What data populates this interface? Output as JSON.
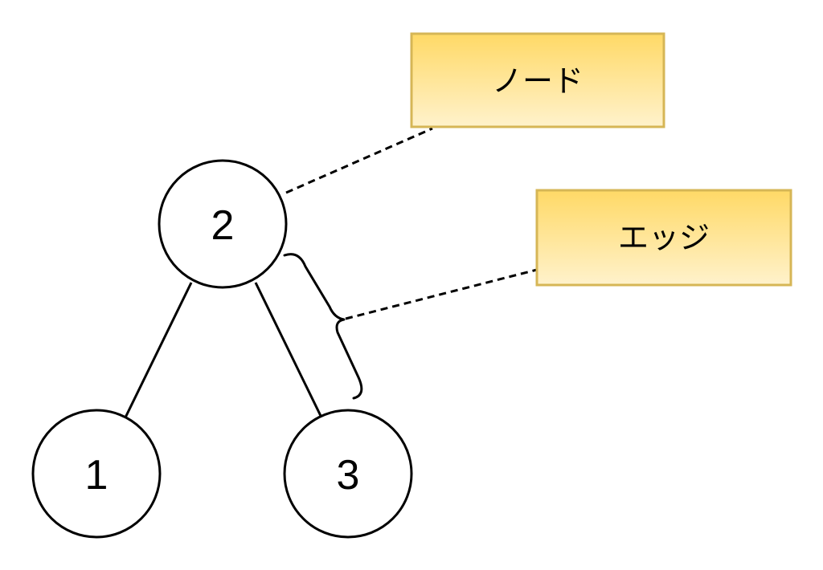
{
  "colors": {
    "background": "#ffffff",
    "stroke": "#000000",
    "callout_fill": "#ffd966",
    "callout_fill_light": "#fff2cc",
    "callout_border": "#d6b656"
  },
  "nodes": {
    "root": "2",
    "left": "1",
    "right": "3"
  },
  "callouts": {
    "node": "ノード",
    "edge": "エッジ"
  }
}
